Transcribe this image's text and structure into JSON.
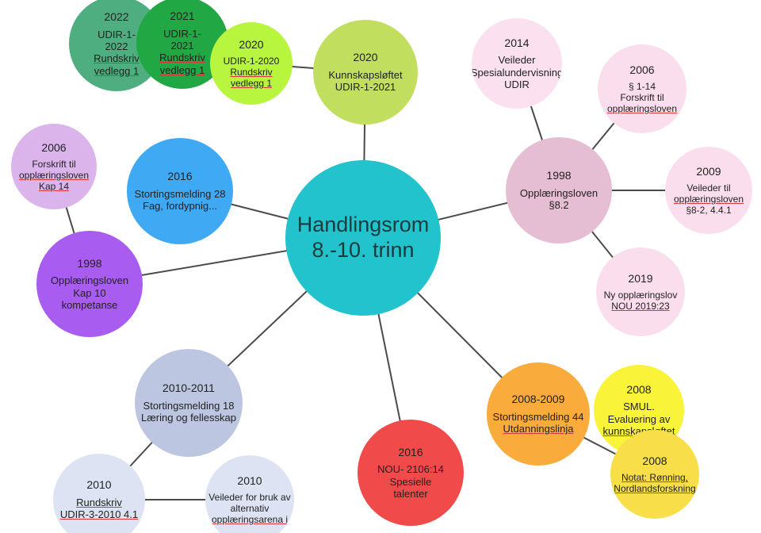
{
  "colors": {
    "center": "#22c3cc",
    "line": "#4a4a4a"
  },
  "center": {
    "lines": [
      "Handlingsrom",
      "8.-10. trinn"
    ]
  },
  "nodes": [
    {
      "id": "udir2022",
      "year": "2022",
      "lines": [
        "UDIR-1-",
        "2022",
        "Rundskriv",
        "vedlegg 1"
      ],
      "color": "#4fae80"
    },
    {
      "id": "udir2021",
      "year": "2021",
      "lines": [
        "UDIR-1-",
        "2021",
        "Rundskriv",
        "vedlegg 1"
      ],
      "color": "#22a745"
    },
    {
      "id": "udir2020",
      "year": "2020",
      "lines": [
        "UDIR-1-2020",
        "Rundskriv",
        "vedlegg 1"
      ],
      "color": "#b8f53e"
    },
    {
      "id": "kunnskap",
      "year": "2020",
      "lines": [
        "Kunnskapsløftet",
        "UDIR-1-2021"
      ],
      "color": "#c2de5e"
    },
    {
      "id": "veileder2014",
      "year": "2014",
      "lines": [
        "Veileder",
        "Spesialundervisning",
        "UDIR"
      ],
      "color": "#fbe0ef"
    },
    {
      "id": "forskrift2006a",
      "year": "2006",
      "lines": [
        "§ 1-14",
        "Forskrift til",
        "opplæringsloven"
      ],
      "color": "#fbdeed"
    },
    {
      "id": "opplaring1998a",
      "year": "1998",
      "lines": [
        "Opplæringsloven",
        "§8.2"
      ],
      "color": "#e6bed3"
    },
    {
      "id": "veileder2009",
      "year": "2009",
      "lines": [
        "Veileder til",
        "opplæringsloven",
        "§8-2, 4.4.1"
      ],
      "color": "#fbdeed"
    },
    {
      "id": "nyopplaring",
      "year": "2019",
      "lines": [
        "Ny opplæringslov",
        "NOU 2019:23"
      ],
      "color": "#fbdeed"
    },
    {
      "id": "forskrift2006b",
      "year": "2006",
      "lines": [
        "Forskrift til",
        "opplæringsloven",
        "Kap 14"
      ],
      "color": "#dcb4ec"
    },
    {
      "id": "stmeld28",
      "year": "2016",
      "lines": [
        "Stortingsmelding 28",
        "Fag, fordypnig..."
      ],
      "color": "#3fa9f4"
    },
    {
      "id": "opplaring1998b",
      "year": "1998",
      "lines": [
        "Opplæringsloven",
        "Kap 10",
        "kompetanse"
      ],
      "color": "#a95cf0"
    },
    {
      "id": "stmeld18",
      "year": "2010-2011",
      "lines": [
        "Stortingsmelding 18",
        "Læring og fellesskap"
      ],
      "color": "#bdc6e0"
    },
    {
      "id": "rundskriv2010",
      "year": "2010",
      "lines": [
        "Rundskriv",
        "UDIR-3-2010 4.1"
      ],
      "color": "#dde3f2"
    },
    {
      "id": "veileder2010",
      "year": "2010",
      "lines": [
        "Veileder for bruk av",
        "alternativ",
        "opplæringsarena i"
      ],
      "color": "#dde3f2"
    },
    {
      "id": "nou2016",
      "year": "2016",
      "lines": [
        "NOU- 2106:14",
        "Spesielle",
        "talenter"
      ],
      "color": "#f04a4a"
    },
    {
      "id": "stmeld44",
      "year": "2008-2009",
      "lines": [
        "Stortingsmelding 44",
        "Utdanningslinja"
      ],
      "color": "#f9ab3c"
    },
    {
      "id": "smul2008",
      "year": "2008",
      "lines": [
        "SMUL.",
        "Evaluering av",
        "kunnskapsløftet"
      ],
      "color": "#f9f43a"
    },
    {
      "id": "notat2008",
      "year": "2008",
      "lines": [
        "Notat: Rønning,",
        "Nordlandsforskning"
      ],
      "color": "#f8df4a"
    }
  ]
}
